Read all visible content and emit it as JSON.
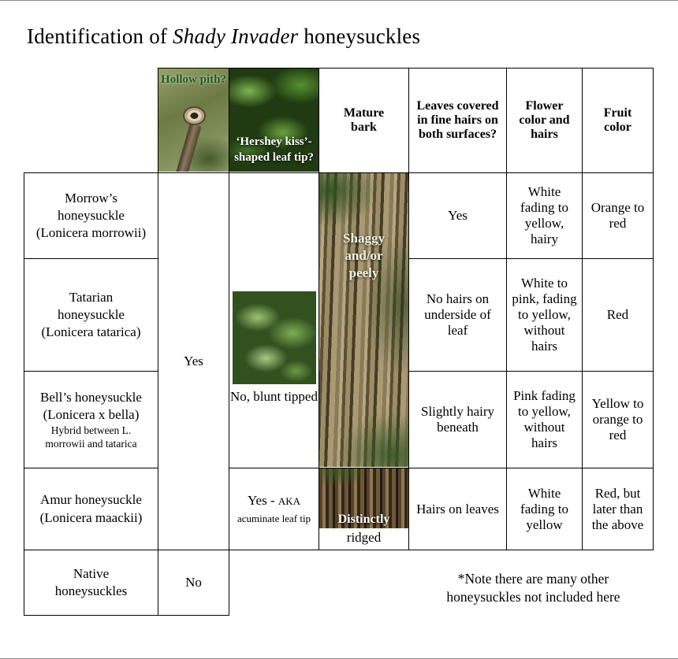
{
  "title": {
    "part1": "Identification of ",
    "part2": "Shady Invader",
    "part3": " honeysuckles"
  },
  "colors": {
    "pith_header_text": "#1a5b1a",
    "photo_overlay_text": "#ffffff",
    "table_border": "#000000",
    "background": "#ffffff"
  },
  "table": {
    "column_headers": {
      "hollow_pith": "Hollow pith?",
      "hershey_kiss": "‘Hershey kiss’-shaped leaf tip?",
      "mature_bark": "Mature bark",
      "leaf_hairs": "Leaves covered in fine hairs on both surfaces?",
      "flower": "Flower color and hairs",
      "fruit": "Fruit color"
    },
    "row_labels": {
      "morrow": {
        "name": "Morrow’s honeysuckle",
        "latin": "(Lonicera morrowii)"
      },
      "tatarian": {
        "name": "Tatarian honeysuckle",
        "latin": "(Lonicera tatarica)"
      },
      "bell": {
        "name": "Bell’s honeysuckle",
        "latin": "(Lonicera x bella)",
        "hybrid_note": "Hybrid between L. morrowii and tatarica"
      },
      "amur": {
        "name": "Amur honeysuckle",
        "latin": "(Lonicera maackii)"
      },
      "native": {
        "name": "Native honeysuckles"
      }
    },
    "cells": {
      "hollow_pith": {
        "invasive": "Yes",
        "native": "No"
      },
      "leaf_tip": {
        "blunt": "No, blunt tipped",
        "amur_main": "Yes - ",
        "amur_detail": "AKA acuminate leaf tip"
      },
      "bark": {
        "shaggy": "Shaggy and/or peely",
        "ridged_overlay": "Distinctly",
        "ridged_below": "ridged"
      },
      "leaf_hairs": {
        "morrow": "Yes",
        "tatarian": "No hairs on underside of leaf",
        "bell": "Slightly hairy beneath",
        "amur": "Hairs on leaves"
      },
      "flower": {
        "morrow": "White fading to yellow, hairy",
        "tatarian": "White to pink, fading to yellow, without hairs",
        "bell": "Pink fading to yellow, without hairs",
        "amur": "White fading to yellow"
      },
      "fruit": {
        "morrow": "Orange to red",
        "tatarian": "Red",
        "bell": "Yellow to orange to red",
        "amur": "Red, but later than the above"
      }
    }
  },
  "footnote": "*Note there are many other honeysuckles not included here",
  "photos": {
    "hollow_pith": "cut twig showing hollow pith on green backdrop",
    "hershey_kiss": "green leaves backdrop",
    "leaf_blunt": "blunt-tipped honeysuckle leaves",
    "bark_shaggy": "shaggy peeling mature bark",
    "bark_ridged": "distinctly ridged bark"
  }
}
